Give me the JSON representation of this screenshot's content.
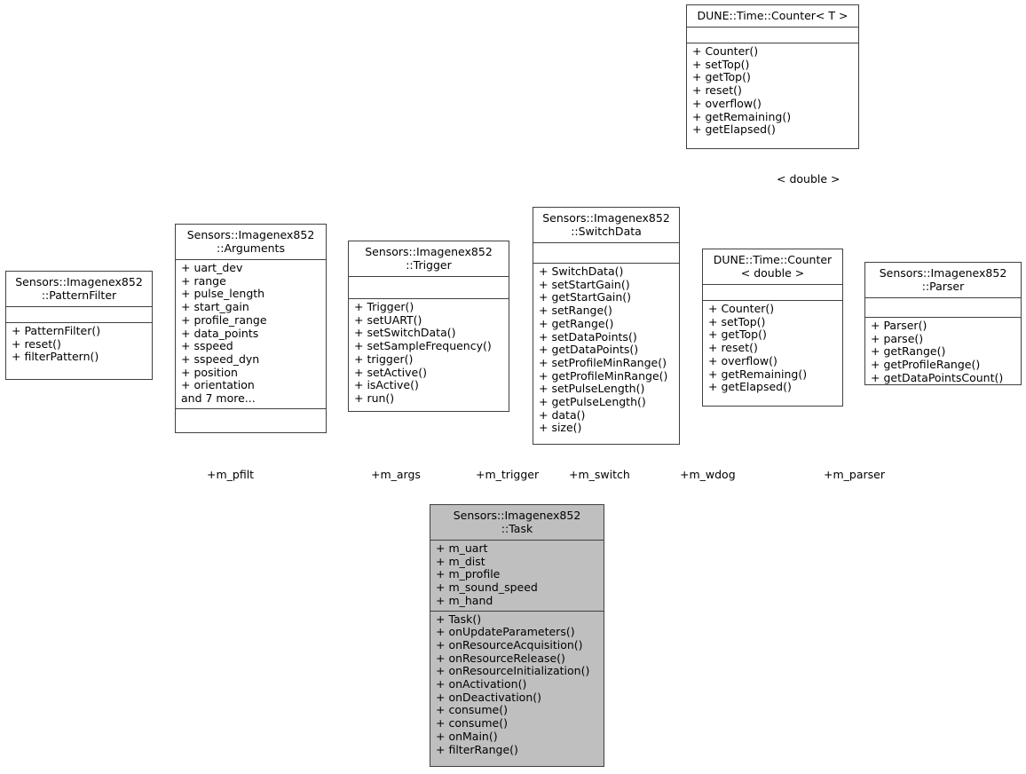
{
  "diagram": {
    "type": "uml-collaboration-diagram",
    "background": "#ffffff",
    "highlight_fill": "#bfbfbf",
    "border_color": "#404040",
    "inheritance_arrow_color": "#ffa500",
    "association_line_color": "#4d4d4d"
  },
  "classes": {
    "counter_t": {
      "title_lines": [
        "DUNE::Time::Counter< T >"
      ],
      "attributes": [],
      "methods": [
        "+ Counter()",
        "+ setTop()",
        "+ getTop()",
        "+ reset()",
        "+ overflow()",
        "+ getRemaining()",
        "+ getElapsed()"
      ]
    },
    "counter_double": {
      "title_lines": [
        "DUNE::Time::Counter",
        "< double >"
      ],
      "attributes": [],
      "methods": [
        "+ Counter()",
        "+ setTop()",
        "+ getTop()",
        "+ reset()",
        "+ overflow()",
        "+ getRemaining()",
        "+ getElapsed()"
      ]
    },
    "pattern_filter": {
      "title_lines": [
        "Sensors::Imagenex852",
        "::PatternFilter"
      ],
      "attributes": [],
      "methods": [
        "+ PatternFilter()",
        "+ reset()",
        "+ filterPattern()"
      ]
    },
    "arguments": {
      "title_lines": [
        "Sensors::Imagenex852",
        "::Arguments"
      ],
      "attributes": [
        "+ uart_dev",
        "+ range",
        "+ pulse_length",
        "+ start_gain",
        "+ profile_range",
        "+ data_points",
        "+ sspeed",
        "+ sspeed_dyn",
        "+ position",
        "+ orientation",
        "and 7 more..."
      ],
      "methods": []
    },
    "trigger": {
      "title_lines": [
        "Sensors::Imagenex852",
        "::Trigger"
      ],
      "attributes": [],
      "methods": [
        "+ Trigger()",
        "+ setUART()",
        "+ setSwitchData()",
        "+ setSampleFrequency()",
        "+ trigger()",
        "+ setActive()",
        "+ isActive()",
        "+ run()"
      ]
    },
    "switch_data": {
      "title_lines": [
        "Sensors::Imagenex852",
        "::SwitchData"
      ],
      "attributes": [],
      "methods": [
        "+ SwitchData()",
        "+ setStartGain()",
        "+ getStartGain()",
        "+ setRange()",
        "+ getRange()",
        "+ setDataPoints()",
        "+ getDataPoints()",
        "+ setProfileMinRange()",
        "+ getProfileMinRange()",
        "+ setPulseLength()",
        "+ getPulseLength()",
        "+ data()",
        "+ size()"
      ]
    },
    "parser": {
      "title_lines": [
        "Sensors::Imagenex852",
        "::Parser"
      ],
      "attributes": [],
      "methods": [
        "+ Parser()",
        "+ parse()",
        "+ getRange()",
        "+ getProfileRange()",
        "+ getDataPointsCount()"
      ]
    },
    "task": {
      "title_lines": [
        "Sensors::Imagenex852",
        "::Task"
      ],
      "attributes": [
        "+ m_uart",
        "+ m_dist",
        "+ m_profile",
        "+ m_sound_speed",
        "+ m_hand"
      ],
      "methods": [
        "+ Task()",
        "+ onUpdateParameters()",
        "+ onResourceAcquisition()",
        "+ onResourceRelease()",
        "+ onResourceInitialization()",
        "+ onActivation()",
        "+ onDeactivation()",
        "+ consume()",
        "+ consume()",
        "+ onMain()",
        "+ filterRange()"
      ]
    }
  },
  "edge_labels": {
    "inheritance_template": "< double >",
    "m_pfilt": "+m_pfilt",
    "m_args": "+m_args",
    "m_trigger": "+m_trigger",
    "m_switch": "+m_switch",
    "m_wdog": "+m_wdog",
    "m_parser": "+m_parser"
  }
}
